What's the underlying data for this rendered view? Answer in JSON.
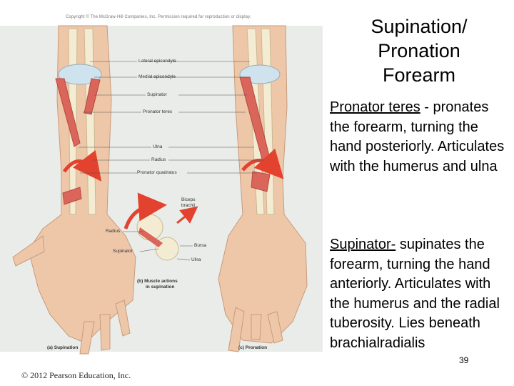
{
  "figure": {
    "copyright_line": "Copyright © The McGraw-Hill Companies, Inc. Permission required for reproduction or display.",
    "labels": {
      "lateral_epicondyle": "Lateral epicondyle",
      "medial_epicondyle": "Medial epicondyle",
      "supinator": "Supinator",
      "pronator_teres": "Pronator teres",
      "ulna": "Ulna",
      "radius": "Radius",
      "pronator_quadratus": "Pronator quadratus",
      "biceps_brachii_1": "Biceps",
      "biceps_brachii_2": "brachii",
      "radius_small": "Radius",
      "supinator_small": "Supinator",
      "bursa": "Bursa",
      "ulna_small": "Ulna",
      "caption_b_1": "(b) Muscle actions",
      "caption_b_2": "in supination",
      "caption_a": "(a) Supination",
      "caption_c": "(c) Pronation"
    }
  },
  "footer_copyright": "© 2012 Pearson Education, Inc.",
  "title_lines": [
    "Supination/",
    "Pronation",
    "Forearm"
  ],
  "pronator": {
    "term": "Pronator teres",
    "description": " - pronates the forearm, turning the hand posteriorly. Articulates with the humerus and ulna"
  },
  "supinator": {
    "term": "Supinator-",
    "description": " supinates the forearm, turning the hand anteriorly. Articulates with the humerus and the radial tuberosity. Lies beneath brachialradialis"
  },
  "page_number": "39",
  "colors": {
    "skin": "#eec7a9",
    "muscle": "#d9655b",
    "bone": "#f4ecd2",
    "arrow": "#e2422e"
  }
}
